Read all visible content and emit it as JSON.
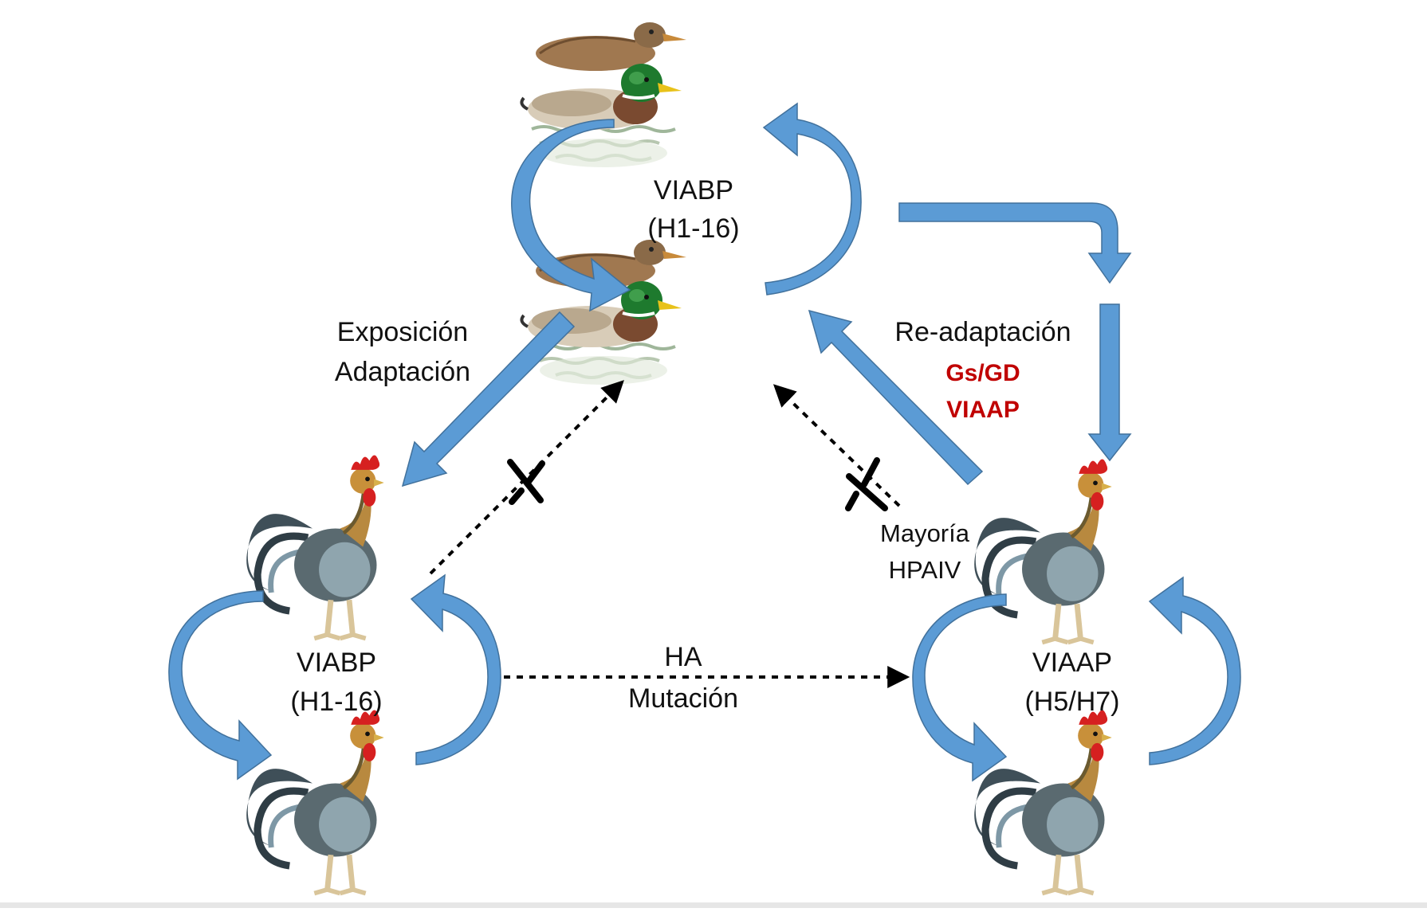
{
  "colors": {
    "arrow_blue": "#5b9bd5",
    "arrow_blue_dark": "#41719c",
    "text": "#111111",
    "accent_red": "#c00000",
    "duck_head_green": "#1e7a2e",
    "duck_bill": "#e8c21a",
    "duck_brown": "#a07850",
    "rooster_comb": "#d62020",
    "rooster_body": "#5a6a70"
  },
  "labels": {
    "top_node_line1": "VIABP",
    "top_node_line2": "(H1-16)",
    "left_node_line1": "VIABP",
    "left_node_line2": "(H1-16)",
    "right_node_line1": "VIAAP",
    "right_node_line2": "(H5/H7)",
    "exposure_line1": "Exposición",
    "exposure_line2": "Adaptación",
    "readapt_line1": "Re-adaptación",
    "readapt_red1": "Gs/GD",
    "readapt_red2": "VIAAP",
    "majority_line1": "Mayoría",
    "majority_line2": "HPAIV",
    "mutation_line1": "HA",
    "mutation_line2": "Mutación"
  },
  "icons": [
    "duck-icon",
    "rooster-icon",
    "cross-icon"
  ]
}
